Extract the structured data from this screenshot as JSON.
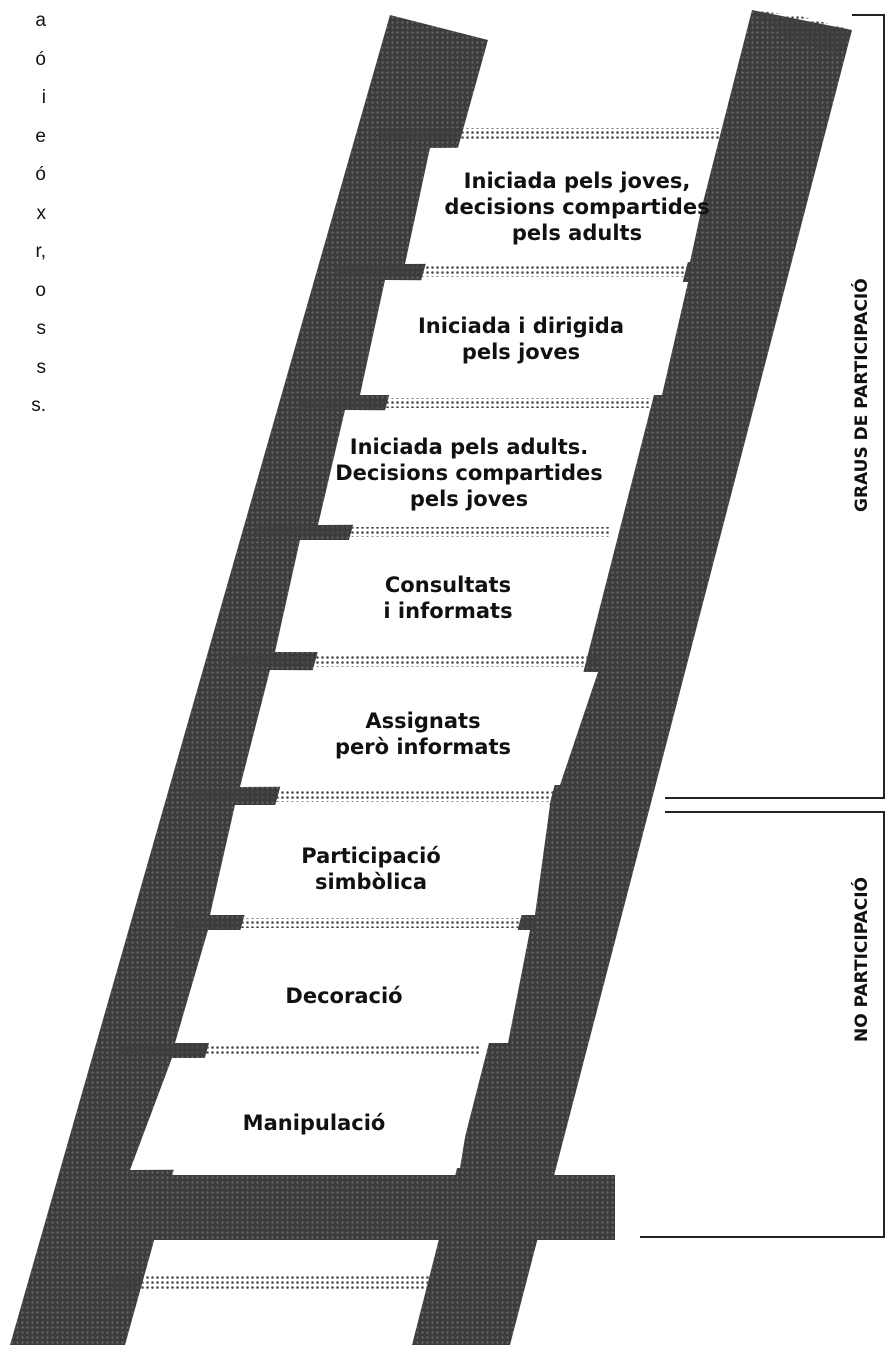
{
  "margin_text": [
    "a",
    "ó",
    "i",
    "e",
    "ó",
    "x",
    "r,",
    "o",
    "s",
    "s",
    "s."
  ],
  "rungs": [
    {
      "id": "rung-8",
      "lines": [
        "Iniciada pels joves,",
        "decisions compartides",
        "pels adults"
      ]
    },
    {
      "id": "rung-7",
      "lines": [
        "Iniciada i dirigida",
        "pels joves"
      ]
    },
    {
      "id": "rung-6",
      "lines": [
        "Iniciada pels adults.",
        "Decisions compartides",
        "pels joves"
      ]
    },
    {
      "id": "rung-5",
      "lines": [
        "Consultats",
        "i informats"
      ]
    },
    {
      "id": "rung-4",
      "lines": [
        "Assignats",
        "però informats"
      ]
    },
    {
      "id": "rung-3",
      "lines": [
        "Participació",
        "simbòlica"
      ]
    },
    {
      "id": "rung-2",
      "lines": [
        "Decoració"
      ]
    },
    {
      "id": "rung-1",
      "lines": [
        "Manipulació"
      ]
    }
  ],
  "groups": {
    "participation": "GRAUS DE PARTICIPACIÓ",
    "non_participation": "NO PARTICIPACIÓ"
  },
  "colors": {
    "ladder": "#3c3c3c",
    "ink": "#111111",
    "background": "#ffffff"
  }
}
